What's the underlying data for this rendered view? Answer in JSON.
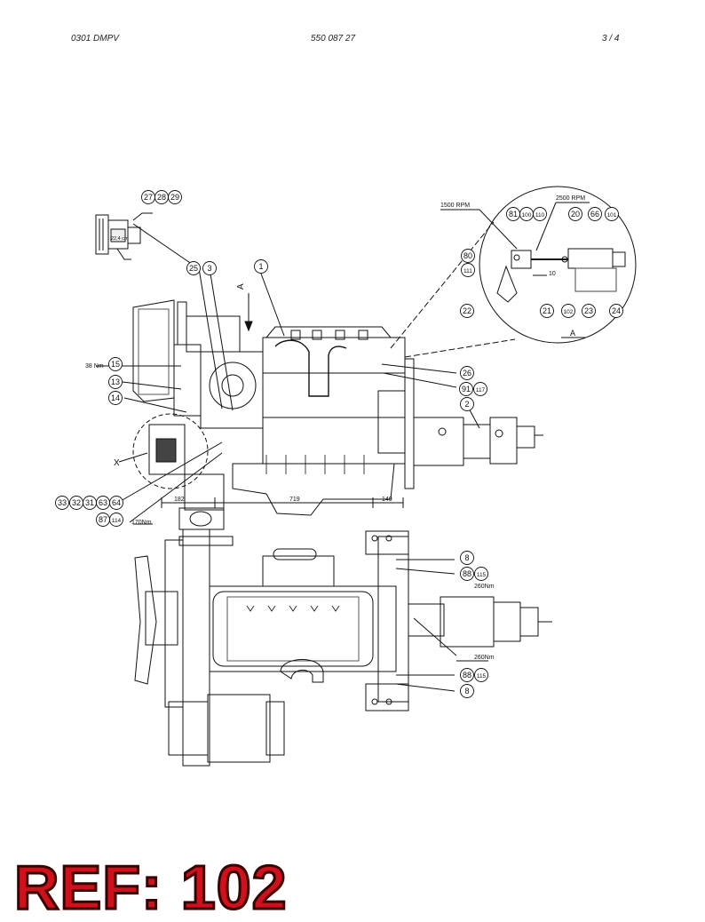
{
  "header": {
    "left": "0301 DMPV",
    "center": "550 087 27",
    "page": "3 /  4"
  },
  "drawing": {
    "balloons": {
      "b27": "27",
      "b28": "28",
      "b29": "29",
      "b25": "25",
      "b3": "3",
      "b1": "1",
      "b15": "15",
      "b13": "13",
      "b14": "14",
      "b26": "26",
      "b91": "91",
      "b117": "117",
      "b2": "2",
      "b33": "33",
      "b32": "32",
      "b31": "31",
      "b63": "63",
      "b64": "64",
      "b87": "87",
      "b114": "114",
      "b8a": "8",
      "b88a": "88",
      "b115a": "115",
      "b88b": "88",
      "b115b": "115",
      "b8b": "8",
      "b81": "81",
      "b100": "100",
      "b110": "110",
      "b20": "20",
      "b66": "66",
      "b101": "101",
      "b80": "80",
      "b111": "111",
      "b22": "22",
      "b21": "21",
      "b102": "102",
      "b23": "23",
      "b24": "24"
    },
    "labels": {
      "torque_38": "38 Nm",
      "torque_170": "170Nm",
      "torque_260a": "260Nm",
      "torque_260b": "260Nm",
      "rpm_1500": "1500 RPM",
      "rpm_2500": "2500 RPM",
      "dim_10": "10",
      "dim_22": "22,4 cm",
      "view_A": "A",
      "detail_A": "A",
      "detail_X": "X",
      "dim_182": "182",
      "dim_719": "719",
      "dim_140": "140"
    }
  },
  "ref_label": "REF: 102"
}
